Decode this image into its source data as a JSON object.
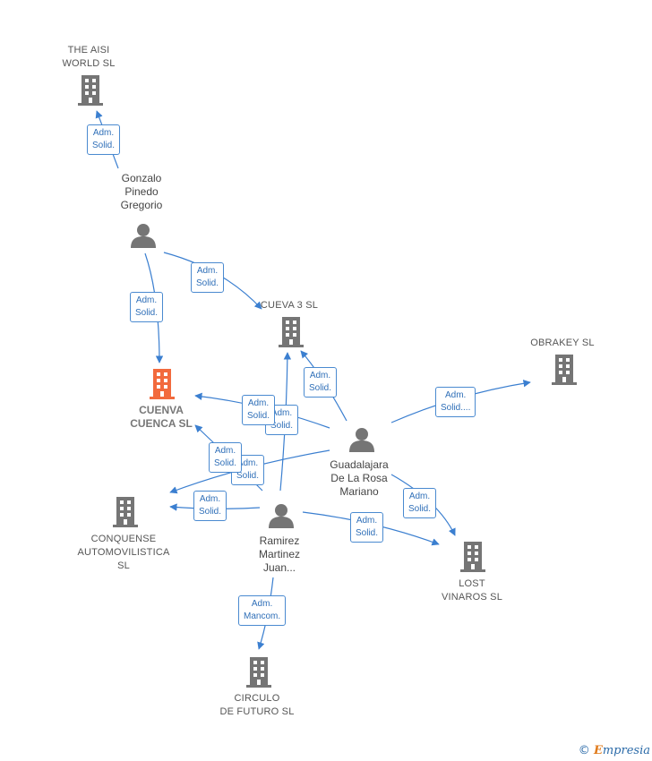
{
  "colors": {
    "company_icon": "#757575",
    "focus_icon": "#f26a3d",
    "person_icon": "#757575",
    "edge": "#3b7fd0"
  },
  "nodes": {
    "the_aisi": {
      "label": "THE AISI\nWORLD  SL",
      "icon": "building-icon"
    },
    "gonzalo": {
      "label": "Gonzalo\nPinedo\nGregorio",
      "icon": "person-icon"
    },
    "cueva3": {
      "label": "CUEVA 3  SL",
      "icon": "building-icon"
    },
    "obrakey": {
      "label": "OBRAKEY SL",
      "icon": "building-icon"
    },
    "cuenva": {
      "label": "CUENVA\nCUENCA  SL",
      "icon": "building-icon"
    },
    "guadalajara": {
      "label": "Guadalajara\nDe La Rosa\nMariano",
      "icon": "person-icon"
    },
    "conquense": {
      "label": "CONQUENSE\nAUTOMOVILISTICA\nSL",
      "icon": "building-icon"
    },
    "ramirez": {
      "label": "Ramirez\nMartinez\nJuan...",
      "icon": "person-icon"
    },
    "lost": {
      "label": "LOST\nVINAROS  SL",
      "icon": "building-icon"
    },
    "circulo": {
      "label": "CIRCULO\nDE FUTURO SL",
      "icon": "building-icon"
    }
  },
  "edge_labels": {
    "e1": "Adm.\nSolid.",
    "e2": "Adm.\nSolid.",
    "e3": "Adm.\nSolid.",
    "e4": "Adm.\nSolid.",
    "e5": "Adm.\nSolid....",
    "e6": "Adm.\nSolid.",
    "e7": "Adm.\nSolid.",
    "e8": "Adm.\nSolid.",
    "e9": "Adm.\nSolid.",
    "e10": "Adm.\nSolid.",
    "e11": "Adm.\nSolid.",
    "e12": "Adm.\nSolid.",
    "e13": "Adm.\nMancom."
  },
  "footer": {
    "copyright": "©",
    "brand_initial": "E",
    "brand_rest": "mpresia"
  }
}
